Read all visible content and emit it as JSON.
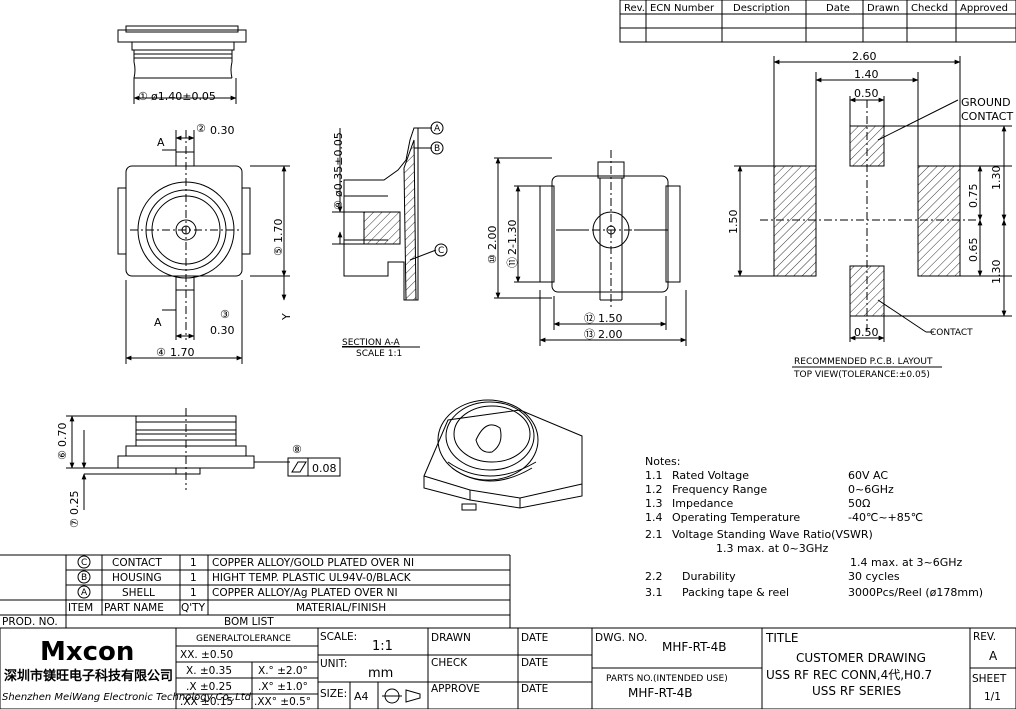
{
  "revision_table": {
    "headers": [
      "Rev.",
      "ECN Number",
      "Description",
      "Date",
      "Drawn",
      "Checkd",
      "Approved"
    ]
  },
  "dims": {
    "top_diameter": "ø1.40±0.05",
    "top_diameter_num": "①",
    "width_030": "0.30",
    "width_030_num": "②",
    "lower_030": "0.30",
    "lower_030_num": "③",
    "height_170": "1.70",
    "height_170_num": "⑤",
    "width_170": "1.70",
    "width_170_num": "④",
    "section_letter": "A",
    "y_axis": "Y",
    "pin_diameter": "ø0.35±0.05",
    "pin_diameter_num": "⑨",
    "label_a": "A",
    "label_b": "B",
    "label_c": "C",
    "bottom_200_v": "2.00",
    "bottom_200_v_num": "⑩",
    "bottom_130": "2-1.30",
    "bottom_130_num": "⑪",
    "bottom_150": "1.50",
    "bottom_150_num": "⑫",
    "bottom_200_h": "2.00",
    "bottom_200_h_num": "⑬",
    "side_height": "0.70",
    "side_height_num": "⑥",
    "side_base": "0.25",
    "side_base_num": "⑦",
    "flatness_num": "⑧",
    "flatness": "0.08"
  },
  "section_title": "SECTION A-A",
  "section_scale": "SCALE 1:1",
  "pcb": {
    "dim_260": "2.60",
    "dim_140": "1.40",
    "dim_050_top": "0.50",
    "dim_050_bottom": "0.50",
    "dim_150": "1.50",
    "dim_130_right": "1.30",
    "dim_075": "0.75",
    "dim_065": "0.65",
    "dim_130_lower": "1.30",
    "ground_contact_1": "GROUND",
    "ground_contact_2": "CONTACT",
    "contact": "CONTACT",
    "title": "RECOMMENDED P.C.B. LAYOUT",
    "subtitle": "TOP VIEW(TOLERANCE:±0.05)"
  },
  "notes": {
    "heading": "Notes:",
    "items": [
      {
        "num": "1.1",
        "label": "Rated Voltage",
        "value": "60V AC"
      },
      {
        "num": "1.2",
        "label": "Frequency Range",
        "value": "0~6GHz"
      },
      {
        "num": "1.3",
        "label": "Impedance",
        "value": "50Ω"
      },
      {
        "num": "1.4",
        "label": "Operating Temperature",
        "value": "-40℃~+85℃"
      },
      {
        "num": "2.1",
        "label": "Voltage Standing Wave Ratio(VSWR)",
        "value": ""
      }
    ],
    "vswr_1": "1.3 max. at  0~3GHz",
    "vswr_2": "1.4 max. at  3~6GHz",
    "durability_num": "2.2",
    "durability_label": "Durability",
    "durability_value": "30 cycles",
    "packing_num": "3.1",
    "packing_label": "Packing  tape & reel",
    "packing_value": "3000Pcs/Reel (ø178mm)"
  },
  "bom": {
    "rows": [
      {
        "symbol": "C",
        "name": "CONTACT",
        "qty": "1",
        "material": "COPPER ALLOY/GOLD PLATED OVER NI"
      },
      {
        "symbol": "B",
        "name": "HOUSING",
        "qty": "1",
        "material": "HIGHT TEMP. PLASTIC UL94V-0/BLACK"
      },
      {
        "symbol": "A",
        "name": "SHELL",
        "qty": "1",
        "material": "COPPER ALLOY/Ag PLATED OVER NI"
      }
    ],
    "header_item": "ITEM",
    "header_name": "PART NAME",
    "header_qty": "Q'TY",
    "header_material": "MATERIAL/FINISH",
    "prod_no_label": "PROD. NO.",
    "bom_list": "BOM LIST"
  },
  "title_block": {
    "company_logo": "Mxcon",
    "company_cn": "深圳市镁旺电子科技有限公司",
    "company_en": "Shenzhen MeiWang Electronic Technology Co.,Ltd.",
    "general_tolerance": "GENERALTOLERANCE",
    "tol_1": "XX. ±0.50",
    "tol_2a": "X. ±0.35",
    "tol_2b": "X.° ±2.0°",
    "tol_3a": ".X ±0.25",
    "tol_3b": ".X° ±1.0°",
    "tol_4a": ".XX ±0.15",
    "tol_4b": ".XX° ±0.5°",
    "scale_label": "SCALE:",
    "scale_value": "1:1",
    "unit_label": "UNIT:",
    "unit_value": "mm",
    "size_label": "SIZE:",
    "size_value": "A4",
    "drawn": "DRAWN",
    "check": "CHECK",
    "approve": "APPROVE",
    "date1": "DATE",
    "date2": "DATE",
    "date3": "DATE",
    "dwg_no_label": "DWG. NO.",
    "dwg_no": "MHF-RT-4B",
    "parts_no_label": "PARTS NO.(INTENDED USE)",
    "parts_no": "MHF-RT-4B",
    "title_label": "TITLE",
    "title_1": "CUSTOMER DRAWING",
    "title_2": "USS RF REC CONN,4代,H0.7",
    "title_3": "USS RF SERIES",
    "rev_label": "REV.",
    "rev_value": "A",
    "sheet_label": "SHEET",
    "sheet_value": "1/1"
  }
}
